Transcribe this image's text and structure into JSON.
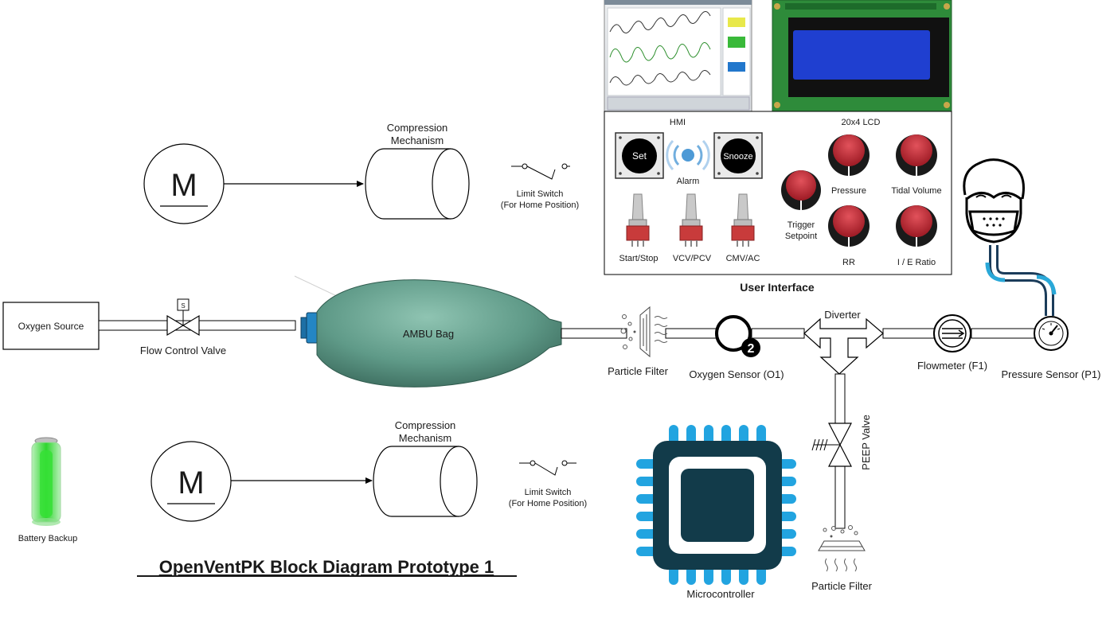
{
  "title": "OpenVentPK Block Diagram Prototype 1",
  "colors": {
    "bag": "#5f9a88",
    "mask_blue": "#2aa8d8",
    "chip_body": "#123b4a",
    "chip_pins": "#22a4e0",
    "knob": "#c8303a",
    "lcd_board": "#2e8b3a",
    "lcd_screen": "#1f3fd0",
    "battery": "#3fd13f"
  },
  "top_row": {
    "motor_label": "M",
    "compression_label_1": "Compression",
    "compression_label_2": "Mechanism",
    "limit_switch_label_1": "Limit Switch",
    "limit_switch_label_2": "(For Home Position)"
  },
  "bottom_row": {
    "motor_label": "M",
    "compression_label_1": "Compression",
    "compression_label_2": "Mechanism",
    "limit_switch_label_1": "Limit Switch",
    "limit_switch_label_2": "(For Home Position)"
  },
  "flow_path": {
    "oxygen_source": "Oxygen Source",
    "flow_control_valve": "Flow Control Valve",
    "valve_solenoid_mark": "S",
    "ambu_bag": "AMBU Bag",
    "particle_filter_1": "Particle Filter",
    "oxygen_sensor": "Oxygen Sensor (O1)",
    "oxygen_sensor_subscript": "2",
    "diverter": "Diverter",
    "flowmeter": "Flowmeter (F1)",
    "pressure_sensor": "Pressure Sensor (P1)",
    "peep_valve": "PEEP Valve",
    "particle_filter_2": "Particle Filter"
  },
  "user_interface": {
    "panel_title": "User Interface",
    "hmi_label": "HMI",
    "set_button": "Set",
    "alarm_label": "Alarm",
    "snooze_button": "Snooze",
    "lcd_label": "20x4 LCD",
    "switches": [
      "Start/Stop",
      "VCV/PCV",
      "CMV/AC"
    ],
    "knob_trigger_1": "Trigger",
    "knob_trigger_2": "Setpoint",
    "knob_pressure": "Pressure",
    "knob_tidal_volume": "Tidal Volume",
    "knob_rr": "RR",
    "knob_ie_ratio": "I / E Ratio"
  },
  "microcontroller": "Microcontroller",
  "battery_backup": "Battery Backup"
}
